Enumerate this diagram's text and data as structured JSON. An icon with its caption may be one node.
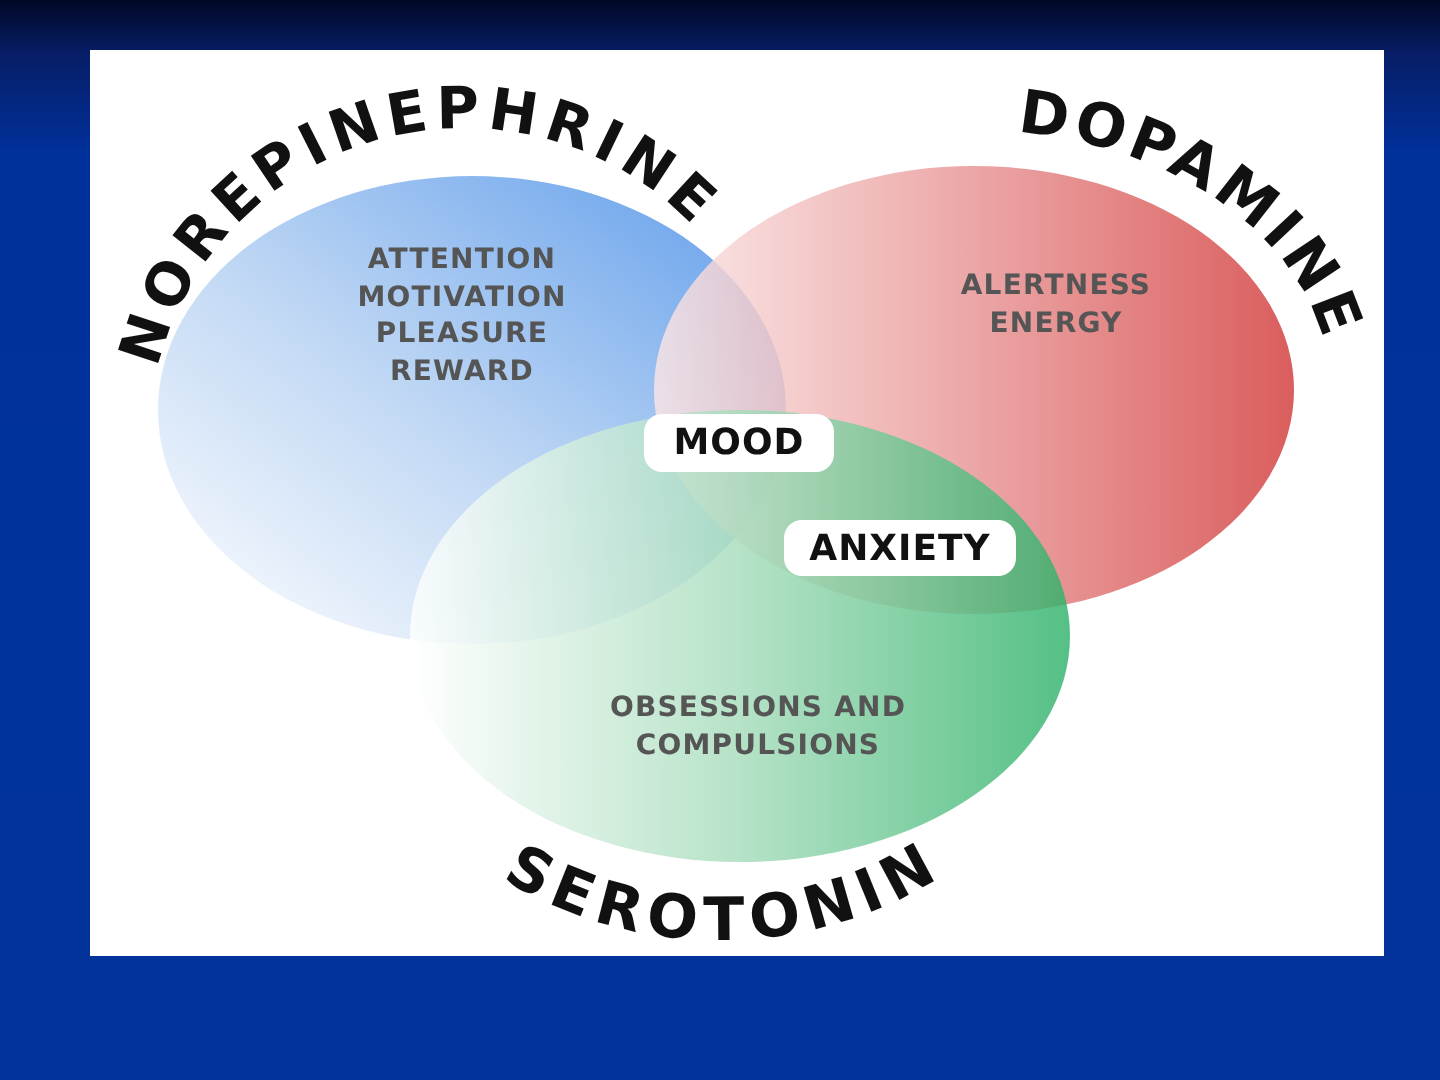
{
  "diagram": {
    "nodes": [
      {
        "text": [
          "NOREPINEPHRINE",
          "ATTENTION MOTIVATION PLEASURE REWARD"
        ]
      },
      {
        "text": [
          "DOPAMINE",
          "ALERTNESS ENERGY"
        ]
      },
      {
        "text": [
          "OBSESSIONS AND COMPULSIONS",
          "SEROTONIN"
        ]
      },
      {
        "text": [
          "MOOD"
        ]
      },
      {
        "text": [
          "ANXIETY"
        ]
      }
    ]
  }
}
